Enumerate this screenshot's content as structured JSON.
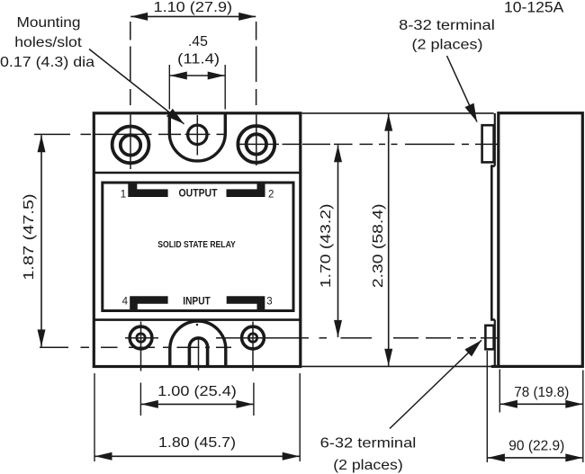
{
  "drawing": {
    "part_number": "10-125A",
    "relay_front": {
      "output_label": "OUTPUT",
      "input_label": "INPUT",
      "device_label": "SOLID STATE RELAY",
      "pin1": "1",
      "pin2": "2",
      "pin3": "3",
      "pin4": "4"
    },
    "notes": {
      "mounting": {
        "line1": "Mounting",
        "line2": "holes/slot",
        "line3": "0.17 (4.3) dia"
      },
      "terminal_top": {
        "line1": "8-32 terminal",
        "line2": "(2 places)"
      },
      "terminal_bottom": {
        "line1": "6-32 terminal",
        "line2": "(2 places)"
      }
    },
    "dimensions": {
      "mount_hole_spacing_x": "1.10 (27.9)",
      "slot_width": ".45",
      "slot_width_metric": "(11.4)",
      "mount_spacing_y": "1.87 (47.5)",
      "terminal_spacing_y": "1.70 (43.2)",
      "overall_height": "2.30 (58.4)",
      "terminal_spacing_x": "1.00 (25.4)",
      "overall_width": "1.80 (45.7)",
      "body_depth": "78 (19.8)",
      "overall_depth": "90 (22.9)"
    },
    "colors": {
      "ink": "#1a1a1a",
      "background": "#ffffff"
    }
  }
}
